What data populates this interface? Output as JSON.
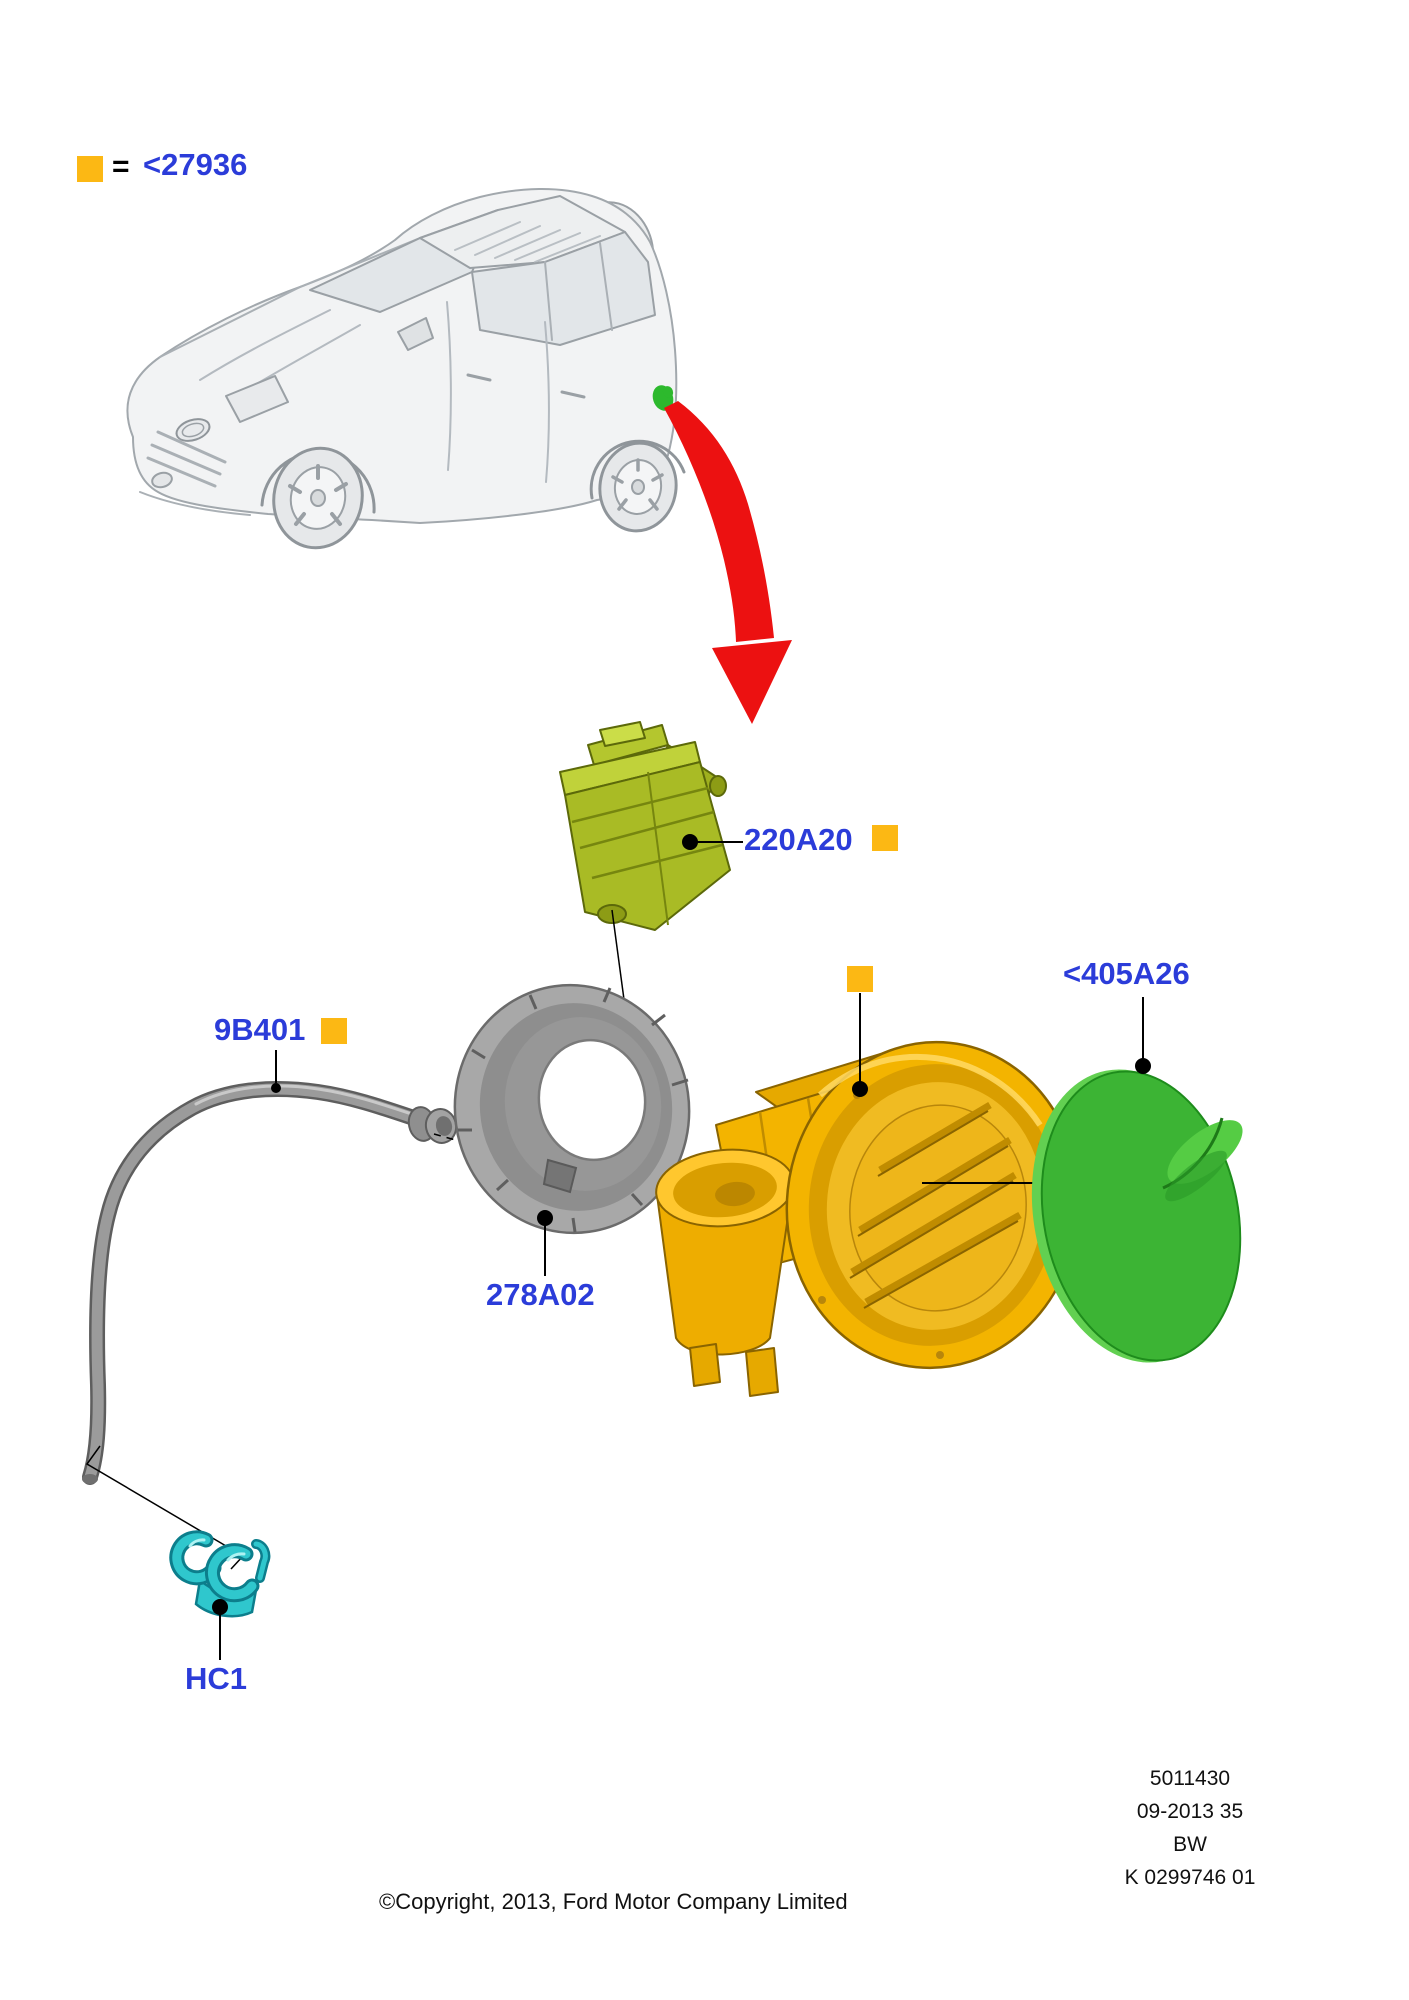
{
  "legend": {
    "equals": "=",
    "code": "<27936",
    "marker_icon": "kit-marker-square"
  },
  "callouts": {
    "canister": {
      "label": "220A20",
      "has_marker": true
    },
    "fuel_door": {
      "label": "<405A26",
      "has_marker": false
    },
    "tube": {
      "label": "9B401",
      "has_marker": true
    },
    "grommet": {
      "label": "278A02",
      "has_marker": false
    },
    "clip": {
      "label": "HC1",
      "has_marker": false
    },
    "filler_pocket": {
      "has_marker": true
    }
  },
  "colors": {
    "label_blue": "#2b3cd9",
    "marker_orange": "#fcb814",
    "arrow_red": "#ec1111",
    "canister_olive": "#a9bb25",
    "grommet_gray": "#a8a8a8",
    "pocket_yellow": "#f3b400",
    "door_green": "#3cb434",
    "clip_cyan": "#2fc7cd",
    "location_dot_green": "#2db92d"
  },
  "footer": {
    "doc_number": "5011430",
    "date_code": "09-2013 35",
    "variant": "BW",
    "plate_ref": "K 0299746 01",
    "copyright": "©Copyright, 2013, Ford Motor Company Limited"
  }
}
